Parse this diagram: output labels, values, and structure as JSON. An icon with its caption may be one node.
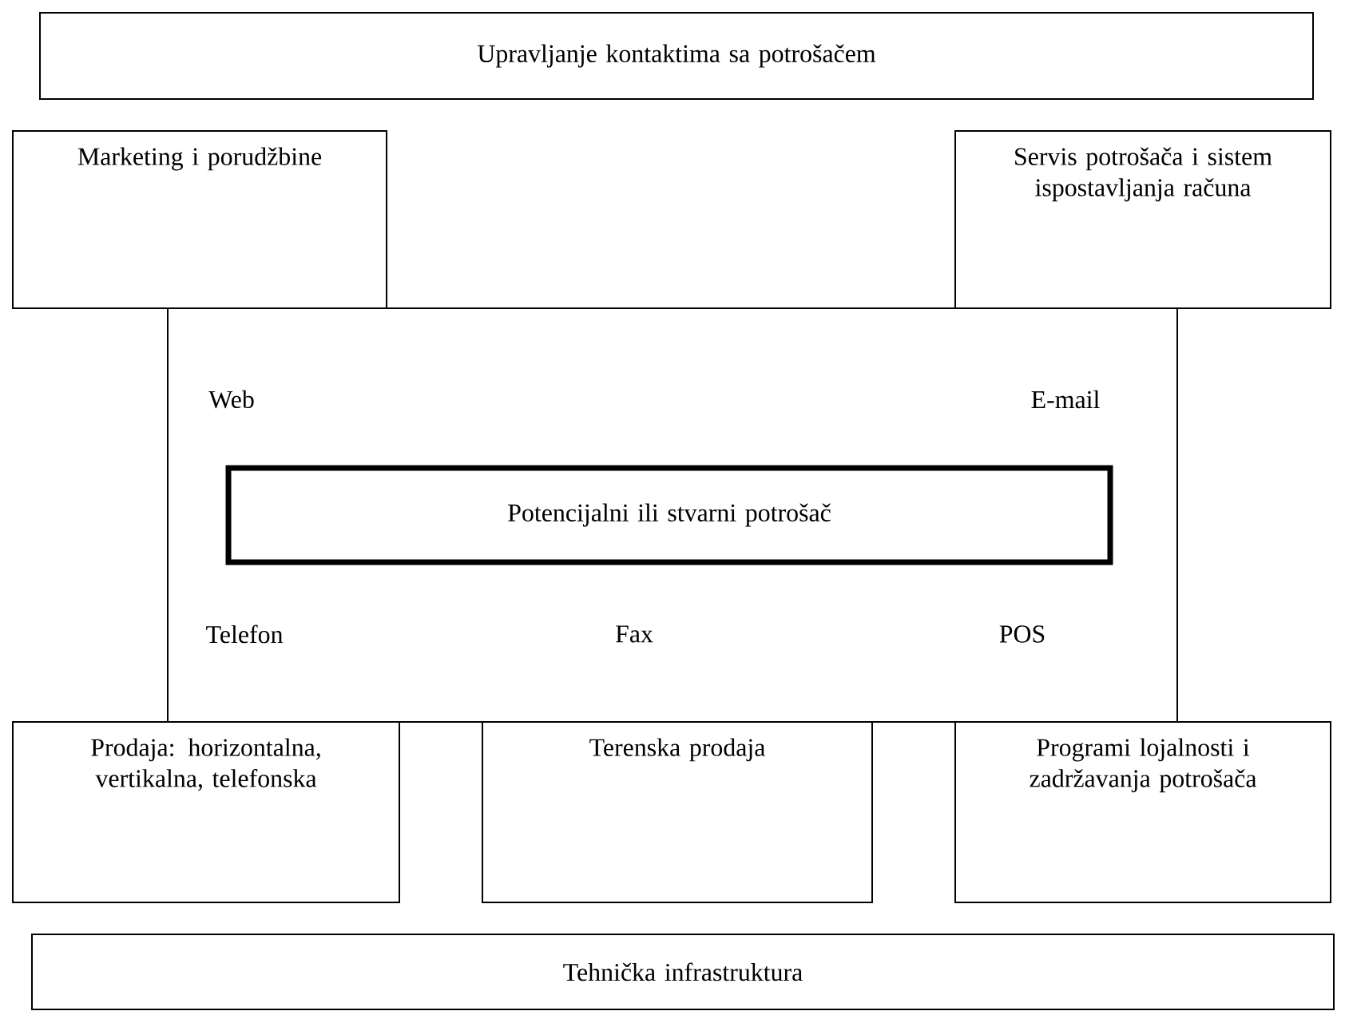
{
  "diagram": {
    "nodes": [
      {
        "text": [
          "Upravljanje kontaktima sa potrošačem"
        ]
      },
      {
        "text": [
          "Marketing i porudžbine"
        ]
      },
      {
        "text": [
          "Servis potrošača i sistem ispostavljanja računa"
        ]
      },
      {
        "text": [
          "Potencijalni ili stvarni potrošač"
        ]
      },
      {
        "text": [
          "Prodaja: horizontalna, vertikalna, telefonska"
        ]
      },
      {
        "text": [
          "Terenska prodaja"
        ]
      },
      {
        "text": [
          "Programi lojalnosti i zadržavanja potrošača"
        ]
      },
      {
        "text": [
          "Tehnička infrastruktura"
        ]
      }
    ],
    "labels": [
      "Web",
      "E-mail",
      "Telefon",
      "Fax",
      "POS"
    ]
  }
}
